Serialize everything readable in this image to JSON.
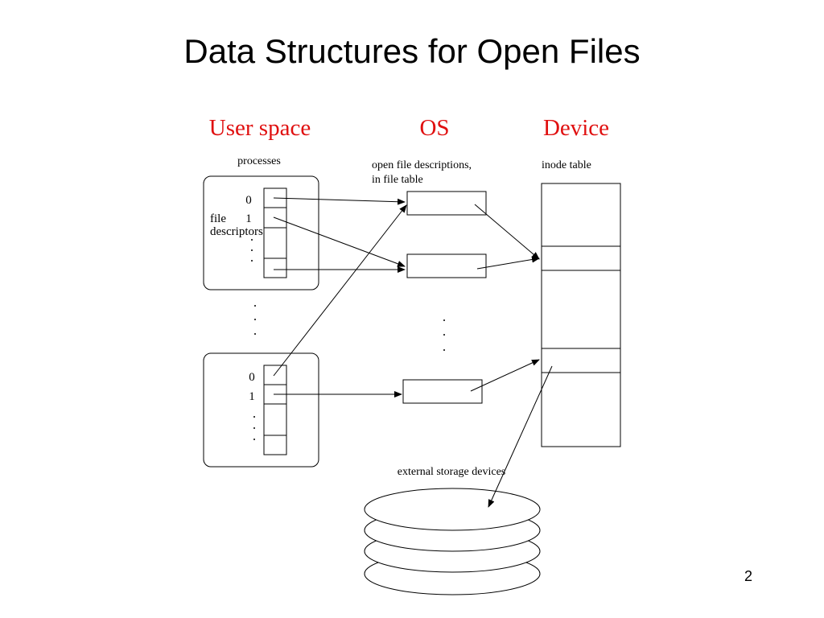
{
  "slide": {
    "title": "Data Structures for Open Files",
    "page_number": "2"
  },
  "diagram": {
    "columns": {
      "user_space": "User space",
      "os": "OS",
      "device": "Device"
    },
    "header_color": "#e01010",
    "labels": {
      "processes": "processes",
      "open_file_descriptions_line1": "open file descriptions,",
      "open_file_descriptions_line2": "in file table",
      "inode_table": "inode table",
      "file": "file",
      "descriptors": "descriptors",
      "external_storage": "external storage devices"
    },
    "process_1": {
      "fd_0": "0",
      "fd_1": "1"
    },
    "process_2": {
      "fd_0": "0",
      "fd_1": "1"
    }
  }
}
